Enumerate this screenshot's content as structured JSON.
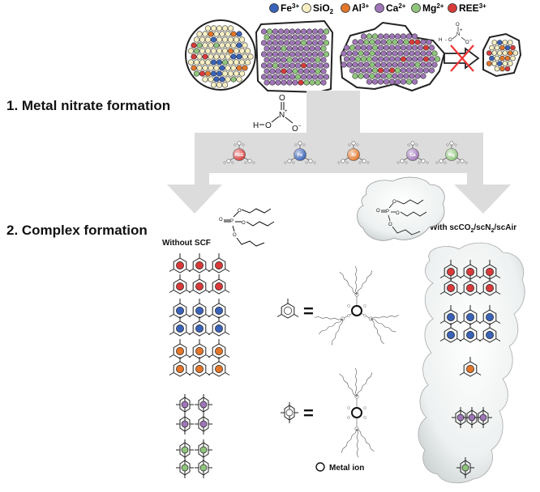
{
  "legend": [
    {
      "label": "Fe",
      "sup": "3+",
      "color": "#3a63b8"
    },
    {
      "label": "SiO",
      "sub": "2",
      "color": "#f7efc4"
    },
    {
      "label": "Al",
      "sup": "3+",
      "color": "#e2762a"
    },
    {
      "label": "Ca",
      "sup": "2+",
      "color": "#9f76b8"
    },
    {
      "label": "Mg",
      "sup": "2+",
      "color": "#8fc57c"
    },
    {
      "label": "REE",
      "sup": "3+",
      "color": "#d83a3a"
    }
  ],
  "steps": {
    "step1": "1. Metal nitrate formation",
    "step2": "2. Complex formation"
  },
  "nitric_acid": {
    "h": "H",
    "o": "O",
    "n": "N",
    "plus": "+",
    "minus": "–"
  },
  "ion_labels": [
    "REE",
    "Fe",
    "Al",
    "Ca",
    "Mg"
  ],
  "labels": {
    "without_scf": "Without SCF",
    "with_scf_prefix": "With scCO",
    "with_scf_sub1": "2",
    "with_scf_mid": "/scN",
    "with_scf_sub2": "2",
    "with_scf_end": "/scAir",
    "metal_ion": "Metal ion",
    "equals": "="
  },
  "colors": {
    "fe": "#3a63b8",
    "sio2": "#f7efc4",
    "al": "#e2762a",
    "ca": "#9f76b8",
    "mg": "#8fc57c",
    "ree": "#d83a3a",
    "arrow": "#dcdcdc",
    "scf_cloud": "#eef1f1"
  }
}
